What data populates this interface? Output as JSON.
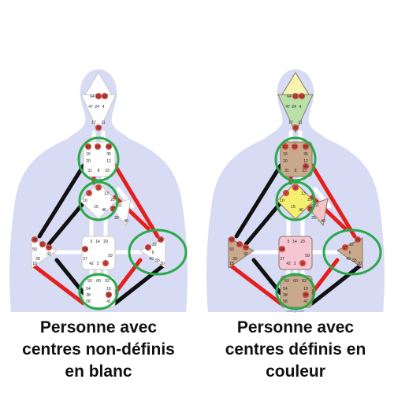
{
  "colors": {
    "body_silhouette": "#c9cff0",
    "channel_white": "#ffffff",
    "channel_red": "#e3201b",
    "channel_black": "#111111",
    "highlight_ring": "#2aa84a",
    "center_outline_undefined": "#c9c9c9",
    "gate_dot": "#d4453c",
    "head_yellow": "#f7f3b0",
    "ajna_green": "#b9e0a8",
    "throat_tan": "#c9a98c",
    "g_yellow": "#f4ef6e",
    "ego_red": "#f2c4c4",
    "sacral_pink": "#f6c6d3",
    "spleen_tan": "#c9a98c",
    "solar_tan": "#c9a98c",
    "root_tan": "#c9a98c"
  },
  "charts": [
    {
      "id": "left",
      "caption": [
        "Personne avec",
        "centres non-définis",
        "en blanc"
      ],
      "filled": false,
      "gates": {
        "head": [
          "64",
          "61",
          "63"
        ],
        "ajna": [
          "47",
          "24",
          "4",
          "17",
          "11",
          "43"
        ],
        "throat": [
          "62",
          "23",
          "56",
          "16",
          "35",
          "20",
          "12",
          "31",
          "8",
          "33"
        ],
        "g": [
          "1",
          "7",
          "13",
          "10",
          "15",
          "46",
          "25"
        ],
        "ego": [
          "21",
          "51",
          "26",
          "40"
        ],
        "sacral": [
          "5",
          "14",
          "29",
          "34",
          "27",
          "42",
          "3",
          "9",
          "59"
        ],
        "spleen": [
          "48",
          "57",
          "44",
          "50",
          "32",
          "28",
          "18"
        ],
        "solar": [
          "36",
          "22",
          "37",
          "6",
          "49",
          "55",
          "30"
        ],
        "root": [
          "53",
          "60",
          "52",
          "54",
          "19",
          "38",
          "39",
          "58",
          "41"
        ]
      }
    },
    {
      "id": "right",
      "caption": [
        "Personne avec",
        "centres définis en",
        "couleur"
      ],
      "filled": true,
      "gates": {
        "head": [
          "64",
          "61",
          "63"
        ],
        "ajna": [
          "47",
          "24",
          "4",
          "17",
          "11",
          "43"
        ],
        "throat": [
          "62",
          "23",
          "56",
          "16",
          "35",
          "20",
          "12",
          "31",
          "8",
          "33",
          "45"
        ],
        "g": [
          "1",
          "7",
          "13",
          "10",
          "15",
          "46",
          "25"
        ],
        "ego": [
          "21",
          "51",
          "26",
          "40"
        ],
        "sacral": [
          "5",
          "14",
          "29",
          "34",
          "27",
          "42",
          "3",
          "9",
          "59"
        ],
        "spleen": [
          "48",
          "57",
          "44",
          "50",
          "32",
          "28",
          "18"
        ],
        "solar": [
          "36",
          "22",
          "37",
          "6",
          "49",
          "55",
          "30"
        ],
        "root": [
          "53",
          "60",
          "52",
          "54",
          "19",
          "38",
          "39",
          "58",
          "41"
        ]
      },
      "footer_watermark": "www.gn.com"
    }
  ]
}
